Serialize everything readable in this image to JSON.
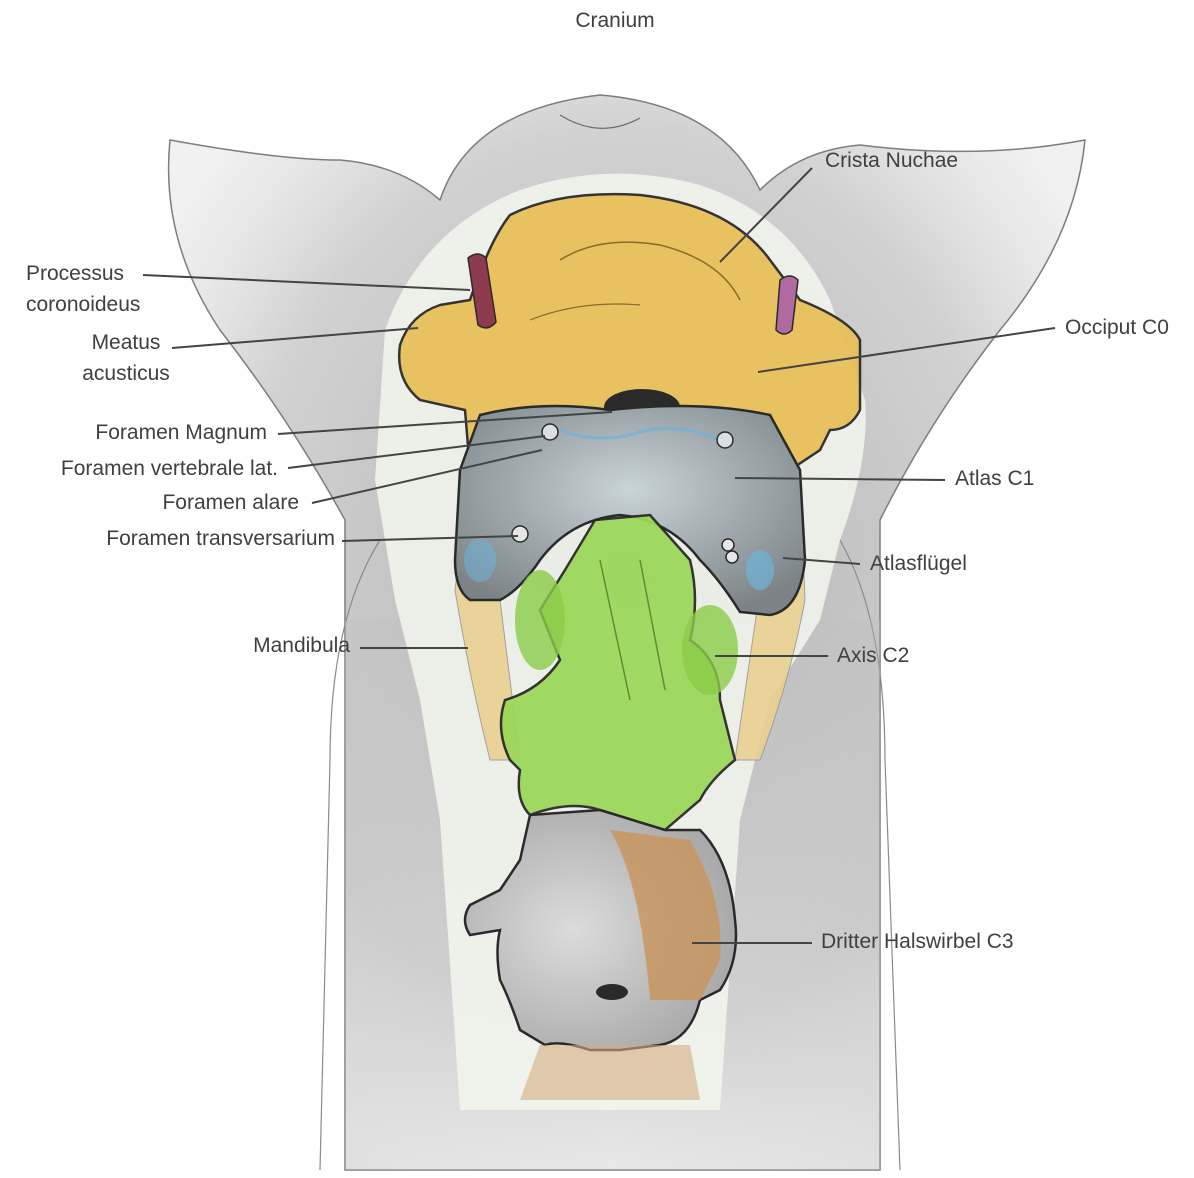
{
  "title": "Cranium",
  "colors": {
    "occiput": "#e8c05a",
    "atlas": "#9aa3a8",
    "atlas_blue": "#6fb3d9",
    "axis": "#9cd85a",
    "c3": "#c89660",
    "c3_grey": "#bdbdbd",
    "processus": "#8e3b4f",
    "processus_right": "#b06aa0",
    "head": "#8a8a8a",
    "leader": "#444444",
    "text": "#404040"
  },
  "labels": {
    "crista_nuchae": "Crista Nuchae",
    "processus_line1": "Processus",
    "processus_line2": "coronoideus",
    "meatus_line1": "Meatus",
    "meatus_line2": "acusticus",
    "occiput": "Occiput C0",
    "foramen_magnum": "Foramen Magnum",
    "foramen_vertebrale": "Foramen vertebrale lat.",
    "foramen_alare": "Foramen alare",
    "foramen_transversarium": "Foramen transversarium",
    "atlas": "Atlas C1",
    "atlasfluegel": "Atlasflügel",
    "mandibula": "Mandibula",
    "axis": "Axis C2",
    "c3": "Dritter Halswirbel C3"
  }
}
